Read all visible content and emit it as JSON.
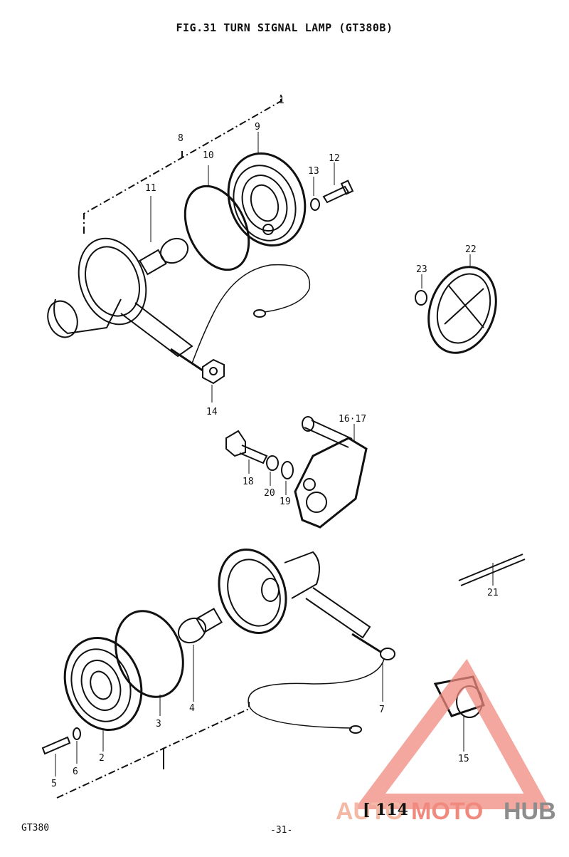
{
  "title": "FIG.31  TURN SIGNAL LAMP (GT380B)",
  "footer": {
    "model": "GT380",
    "page": "-31-",
    "code": "[ 114"
  },
  "watermark": {
    "part1": "AUTO",
    "part2": "MOTO",
    "part3": "HUB",
    "color_auto": "#f3b9a4",
    "color_moto": "#f08a7e",
    "color_hub": "#8c8c8c"
  },
  "parts": {
    "p1": "1",
    "p2": "2",
    "p3": "3",
    "p4": "4",
    "p5": "5",
    "p6": "6",
    "p7": "7",
    "p8": "8",
    "p9": "9",
    "p10": "10",
    "p11": "11",
    "p12": "12",
    "p13": "13",
    "p14": "14",
    "p15": "15",
    "p16_17": "16·17",
    "p18": "18",
    "p19": "19",
    "p20": "20",
    "p21": "21",
    "p22": "22",
    "p23": "23"
  }
}
